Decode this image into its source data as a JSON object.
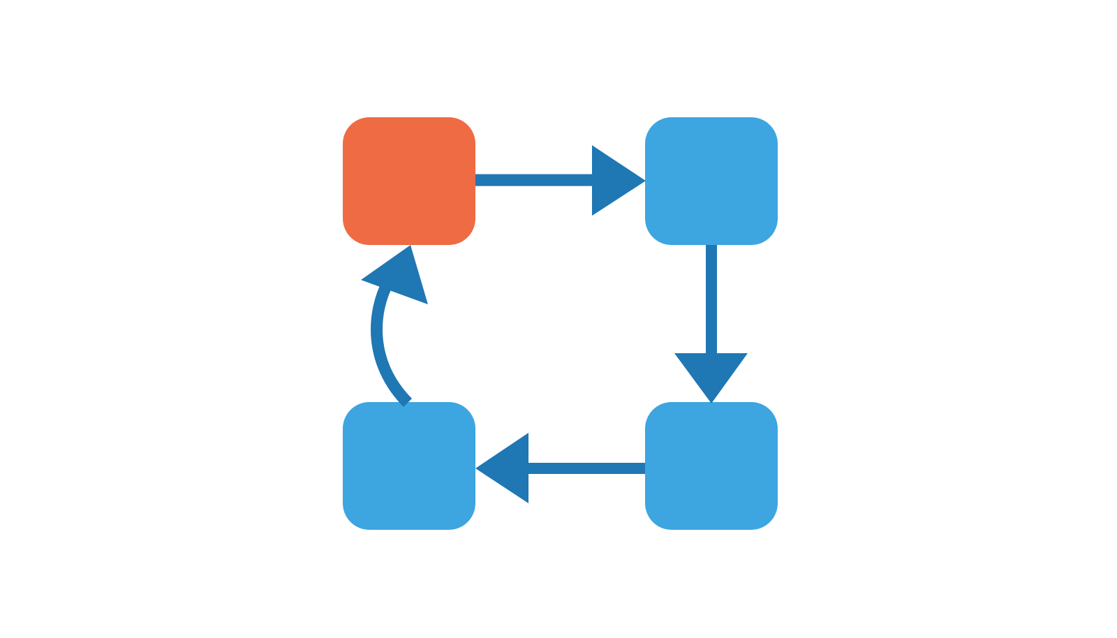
{
  "diagram": {
    "type": "cycle",
    "colors": {
      "background": "#ffffff",
      "highlight_node": "#EE6B43",
      "node": "#3DA5E0",
      "arrow": "#1F77B4"
    },
    "nodes": [
      {
        "id": "top-left",
        "role": "highlighted start"
      },
      {
        "id": "top-right",
        "role": "step"
      },
      {
        "id": "bottom-right",
        "role": "step"
      },
      {
        "id": "bottom-left",
        "role": "step"
      }
    ],
    "edges": [
      {
        "from": "top-left",
        "to": "top-right"
      },
      {
        "from": "top-right",
        "to": "bottom-right"
      },
      {
        "from": "bottom-right",
        "to": "bottom-left"
      },
      {
        "from": "bottom-left",
        "to": "top-left",
        "curved": true
      }
    ]
  }
}
